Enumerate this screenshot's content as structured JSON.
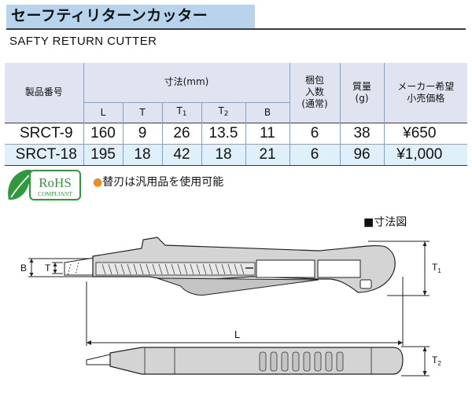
{
  "title": "セーフティリターンカッター",
  "subtitle": "SAFTY RETURN CUTTER",
  "table": {
    "headers": {
      "model": "製品番号",
      "dimensions": "寸法(mm)",
      "pack_line1": "梱包",
      "pack_line2": "入数",
      "pack_line3": "(通常)",
      "mass_line1": "質量",
      "mass_line2": "(g)",
      "price_line1": "メーカー希望",
      "price_line2": "小売価格"
    },
    "dim_columns": {
      "L": "L",
      "T": "T",
      "T1_base": "T",
      "T1_sub": "1",
      "T2_base": "T",
      "T2_sub": "2",
      "B": "B"
    },
    "rows": [
      {
        "model": "SRCT-9",
        "L": "160",
        "T": "9",
        "T1": "26",
        "T2": "13.5",
        "B": "11",
        "pack": "6",
        "mass": "38",
        "price": "¥650"
      },
      {
        "model": "SRCT-18",
        "L": "195",
        "T": "18",
        "T1": "42",
        "T2": "18",
        "B": "21",
        "pack": "6",
        "mass": "96",
        "price": "¥1,000"
      }
    ]
  },
  "badge": {
    "main": "RoHS",
    "sub": "COMPLIANT",
    "green": "#2e9a3c"
  },
  "note": {
    "bullet": "●",
    "text": "替刃は汎用品を使用可能"
  },
  "diagram": {
    "title": "■寸法図",
    "labels": {
      "B": "B",
      "T": "T",
      "L": "L",
      "T1_base": "T",
      "T1_sub": "1",
      "T2_base": "T",
      "T2_sub": "2"
    }
  },
  "colors": {
    "title_bg": "#b7d4ec",
    "header_bg": "#dfe4f0",
    "row_alt_bg": "#dff0fb",
    "bullet": "#f08c1e"
  }
}
